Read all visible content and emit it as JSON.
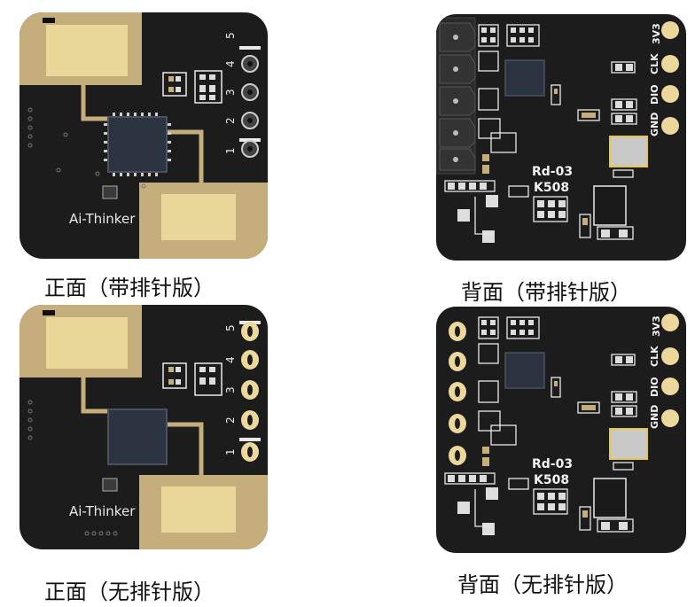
{
  "panels": {
    "front_header": {
      "caption": "正面（带排针版）",
      "brand": "Ai-Thinker",
      "pins": [
        "5",
        "4",
        "3",
        "2",
        "1"
      ]
    },
    "back_header": {
      "caption": "背面（带排针版）",
      "model": "Rd-03",
      "code": "K508",
      "pins": [
        "3V3",
        "CLK",
        "DIO",
        "GND"
      ]
    },
    "front_no_header": {
      "caption": "正面（无排针版）",
      "brand": "Ai-Thinker",
      "pins": [
        "5",
        "4",
        "3",
        "2",
        "1"
      ]
    },
    "back_no_header": {
      "caption": "背面（无排针版）",
      "model": "Rd-03",
      "code": "K508",
      "pins": [
        "3V3",
        "CLK",
        "DIO",
        "GND"
      ]
    }
  },
  "colors": {
    "pcb": "#1c1c1d",
    "gold": "#c6ae7c",
    "antenna": "#ead79a",
    "silk": "#e9e9e9"
  }
}
